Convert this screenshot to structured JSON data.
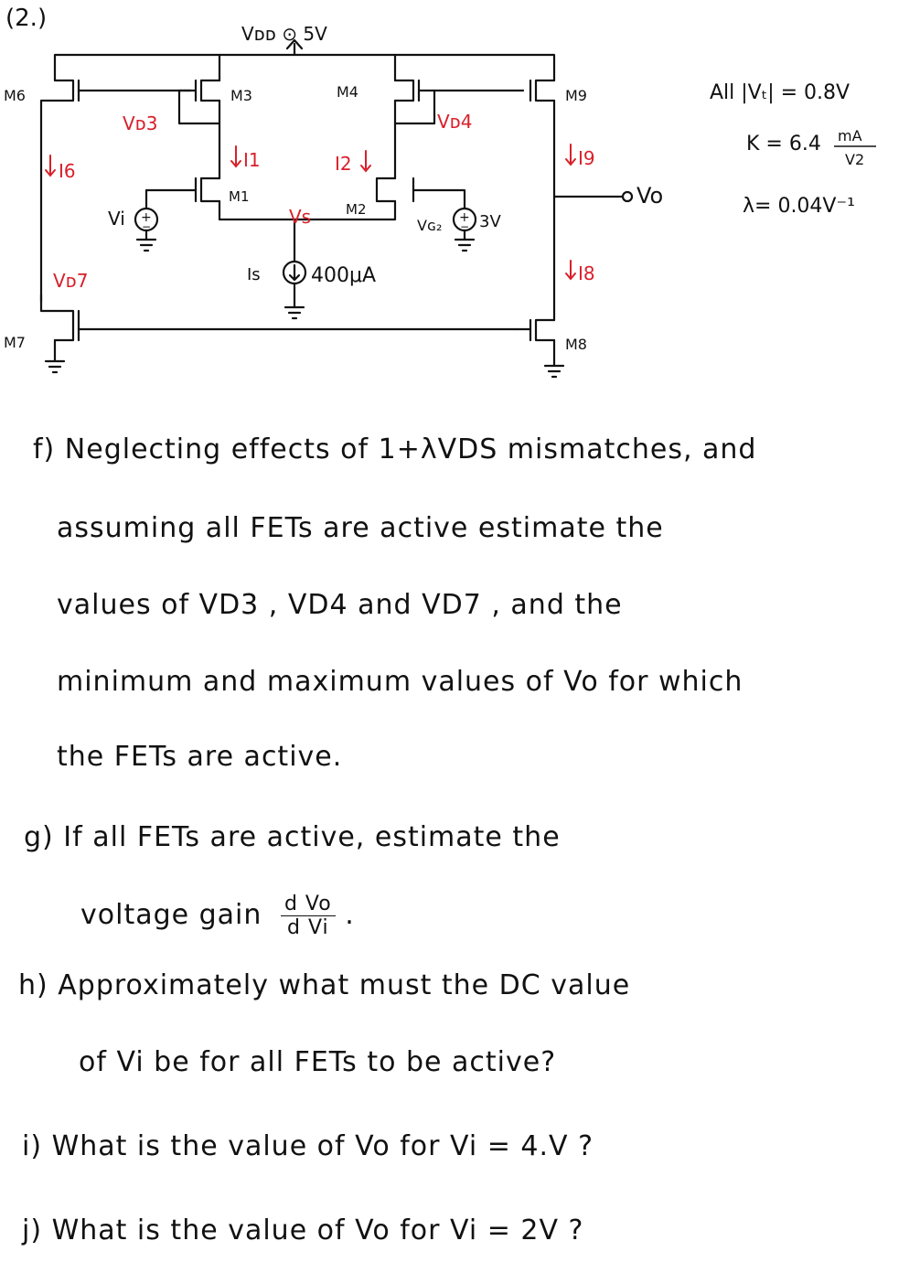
{
  "header": {
    "problem_number": "(2.)"
  },
  "circuit": {
    "supply_label": "Vᴅᴅ ⊙ 5V",
    "transistors": {
      "m3": "M3",
      "m4": "M4",
      "m6": "M6",
      "m7": "M7",
      "m8": "M8",
      "m9": "M9",
      "m1": "M1",
      "m2": "M2"
    },
    "node_labels": {
      "vd3": "Vᴅ3",
      "vd4": "Vᴅ4",
      "vd7": "Vᴅ7",
      "vs": "Vs"
    },
    "currents": {
      "i6": "I6",
      "i1": "I1",
      "i2": "I2",
      "i9": "I9",
      "i8": "I8",
      "is": "Is"
    },
    "sources": {
      "vi": "Vi",
      "vg2": "Vɢ₂",
      "vg2_value": "3V",
      "is_value": "400μA",
      "plus": "+",
      "minus": "−"
    },
    "output_label": "Vo",
    "params": {
      "vt": "All |Vₜ| = 0.8V",
      "k_prefix": "K = 6.4",
      "k_num": "mA",
      "k_den": "V2",
      "lambda": "λ= 0.04V⁻¹"
    },
    "colors": {
      "red": "#d8202a",
      "ink": "#111111"
    }
  },
  "questions": {
    "f": [
      "f) Neglecting effects of  1+λVDS  mismatches,  and",
      "assuming all FETs are active estimate the",
      "values of VD3 , VD4 and VD7 , and the",
      "minimum and maximum values of Vo for which",
      "the FETs are active."
    ],
    "g": {
      "line1": "g) If all FETs are active, estimate the",
      "line2": "voltage gain",
      "frac_num": "d Vo",
      "frac_den": "d Vi",
      "tail": "."
    },
    "h": [
      "h) Approximately what must the DC value",
      "of Vi be for all FETs to be active?"
    ],
    "i": "i) What is the value of Vo for Vi = 4.V ?",
    "j": "j) What is the value of Vo for Vi = 2V ?"
  }
}
